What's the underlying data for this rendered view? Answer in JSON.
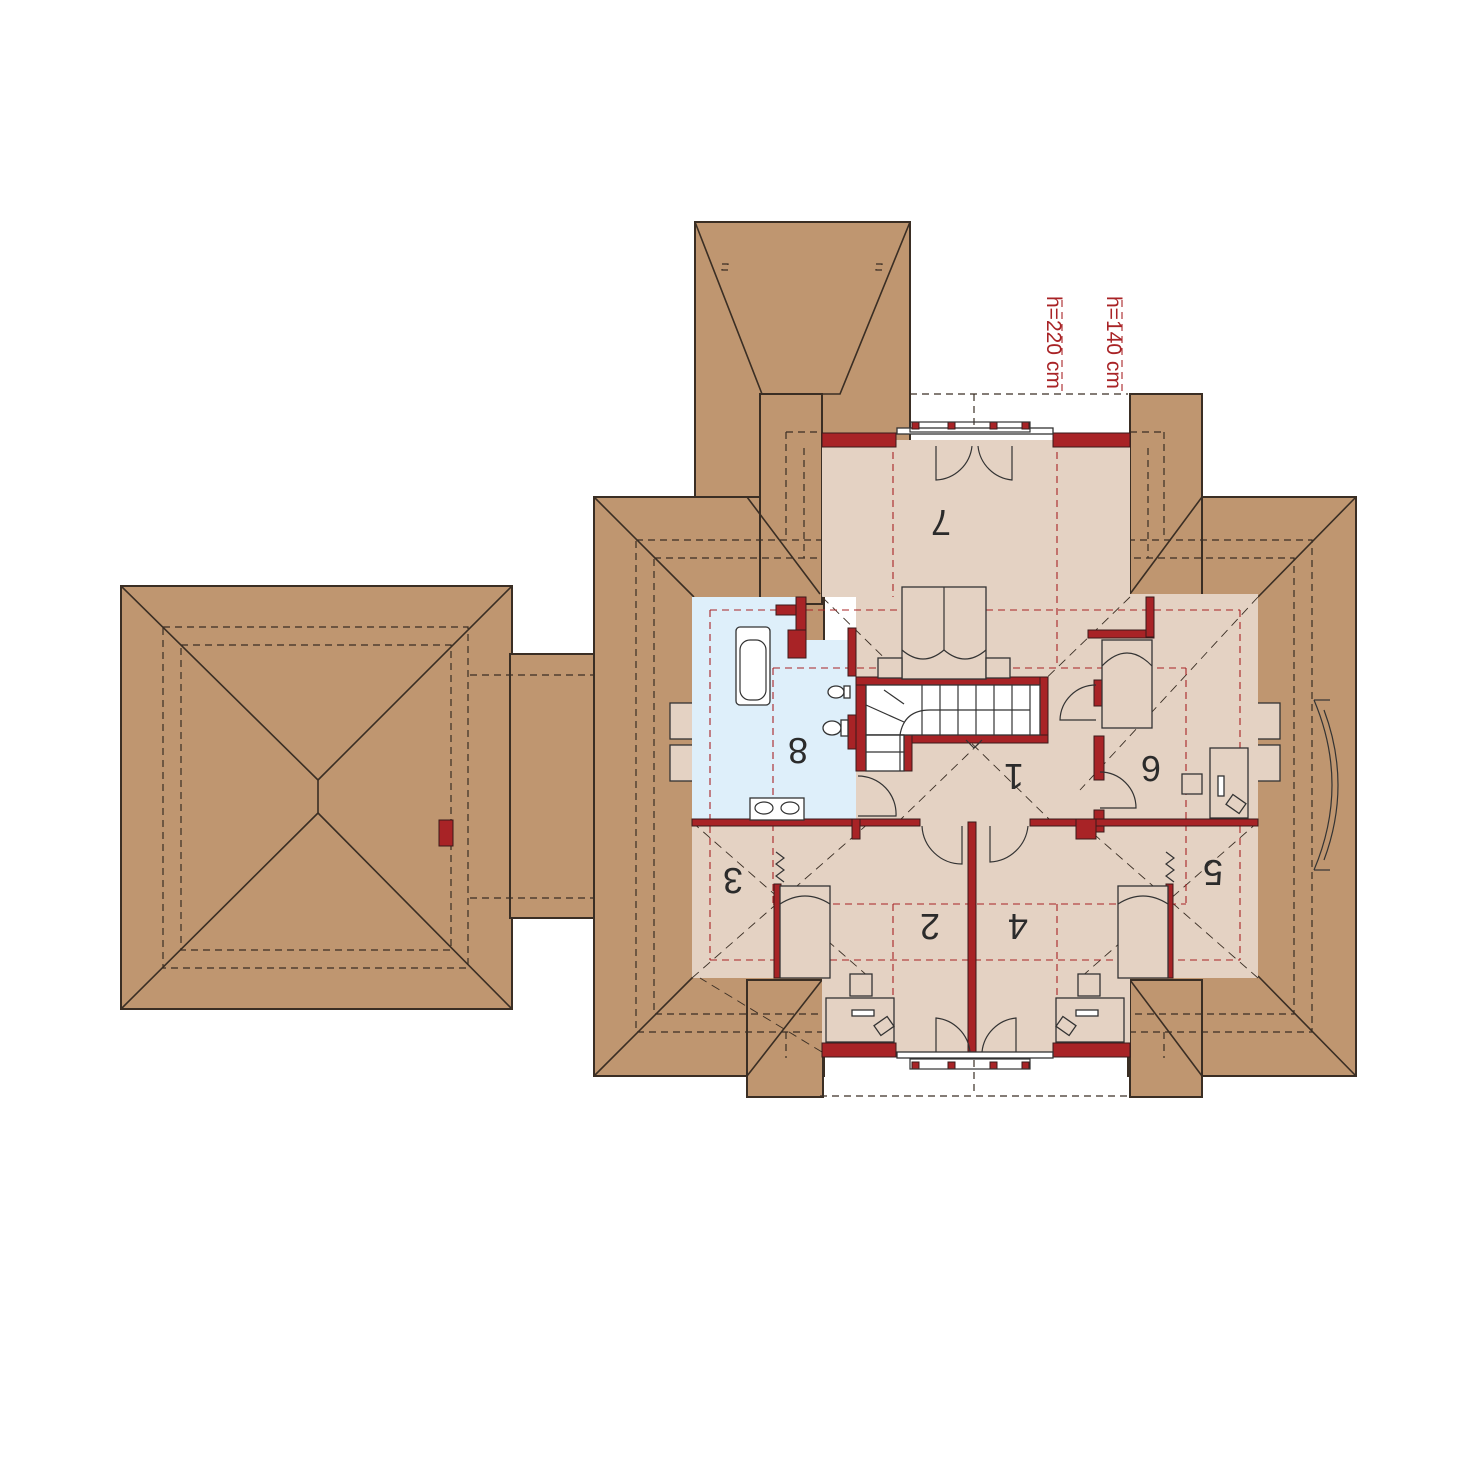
{
  "colors": {
    "roof": "#bf9670",
    "floor": "#e4d2c3",
    "bathroom": "#deeffa",
    "wall": "#a82326",
    "line": "#3a2e24"
  },
  "height_labels": [
    "h=220 cm",
    "h=140 cm"
  ],
  "rooms": [
    {
      "number": "1"
    },
    {
      "number": "2"
    },
    {
      "number": "3"
    },
    {
      "number": "4"
    },
    {
      "number": "5"
    },
    {
      "number": "6"
    },
    {
      "number": "7"
    },
    {
      "number": "8"
    }
  ]
}
